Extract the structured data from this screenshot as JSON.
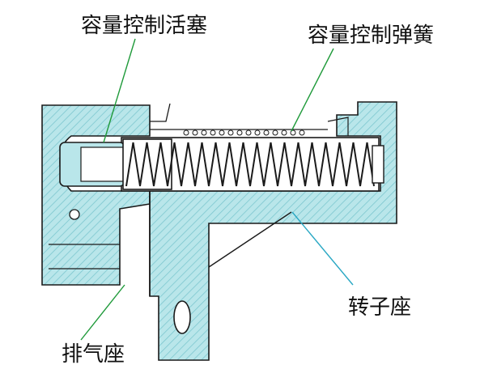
{
  "labels": {
    "piston": "容量控制活塞",
    "spring": "容量控制弹簧",
    "rotor_seat": "转子座",
    "exhaust_seat": "排气座"
  },
  "colors": {
    "body_fill": "#b9e6ea",
    "hatch": "#6fbec6",
    "outline": "#1a1a1a",
    "leader": "#1f9a3a",
    "leader_blue": "#2aa8c4",
    "spring_stroke": "#1a1a1a"
  },
  "icons": {
    "spring": "coil-spring",
    "piston": "piston-rod",
    "hole": "oval-slot"
  }
}
